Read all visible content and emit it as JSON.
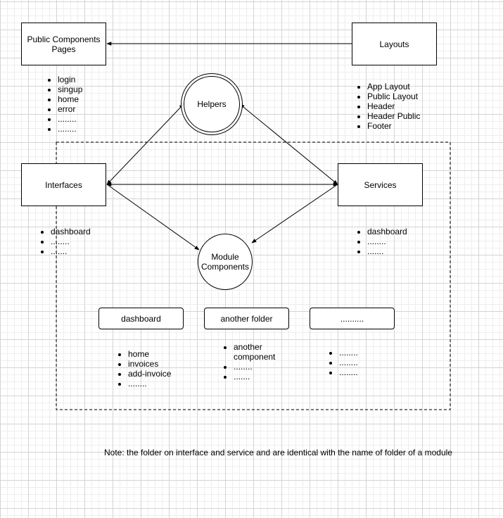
{
  "nodes": {
    "public_components": "Public Components Pages",
    "layouts": "Layouts",
    "helpers": "Helpers",
    "interfaces": "Interfaces",
    "services": "Services",
    "module_components": "Module Components",
    "dashboard_folder": "dashboard",
    "another_folder": "another folder",
    "ellipsis_folder": ".........."
  },
  "lists": {
    "public_pages": [
      "login",
      "singup",
      "home",
      "error",
      "........",
      "........"
    ],
    "layouts": [
      "App Layout",
      "Public Layout",
      "Header",
      "Header Public",
      "Footer"
    ],
    "interfaces": [
      "dashboard",
      "........",
      "......."
    ],
    "services": [
      "dashboard",
      "........",
      "......."
    ],
    "dashboard_components": [
      "home",
      "invoices",
      "add-invoice",
      "........"
    ],
    "another_components": [
      "another component",
      "........",
      "......."
    ],
    "ellipsis_components": [
      "........",
      "........",
      "........"
    ]
  },
  "note": "Note: the folder on interface and service and are identical with the name of folder of a module"
}
